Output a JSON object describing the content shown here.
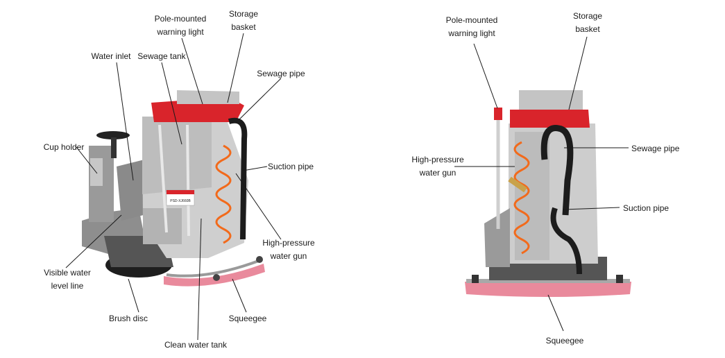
{
  "left_figure": {
    "labels": {
      "warning_light": [
        "Pole-mounted",
        "warning light"
      ],
      "storage_basket": [
        "Storage",
        "basket"
      ],
      "water_inlet": [
        "Water inlet"
      ],
      "sewage_tank": [
        "Sewage tank"
      ],
      "sewage_pipe": [
        "Sewage pipe"
      ],
      "cup_holder": [
        "Cup holder"
      ],
      "suction_pipe": [
        "Suction pipe"
      ],
      "high_pressure_gun": [
        "High-pressure",
        "water gun"
      ],
      "water_level": [
        "Visible water",
        "level line"
      ],
      "brush_disc": [
        "Brush disc"
      ],
      "squeegee": [
        "Squeegee"
      ],
      "clean_water_tank": [
        "Clean water tank"
      ]
    },
    "panel_brand": "PSD-XJ660B"
  },
  "right_figure": {
    "labels": {
      "warning_light": [
        "Pole-mounted",
        "warning light"
      ],
      "storage_basket": [
        "Storage",
        "basket"
      ],
      "sewage_pipe": [
        "Sewage pipe"
      ],
      "high_pressure_gun": [
        "High-pressure",
        "water gun"
      ],
      "suction_pipe": [
        "Suction pipe"
      ],
      "squeegee": [
        "Squeegee"
      ]
    }
  },
  "colors": {
    "body_gray": "#c9c9c9",
    "accent_red": "#d9242b",
    "hose_orange": "#f26a1b",
    "squeegee_pink": "#e98a9c"
  }
}
